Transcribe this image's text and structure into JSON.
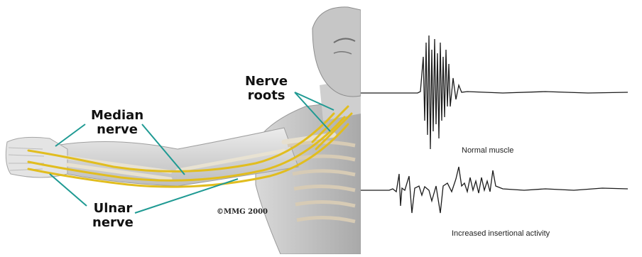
{
  "anatomy": {
    "labels": {
      "nerve_roots": [
        "Nerve",
        "roots"
      ],
      "median_nerve": [
        "Median",
        "nerve"
      ],
      "ulnar_nerve": [
        "Ulnar",
        "nerve"
      ]
    },
    "copyright": "©MMG 2000",
    "colors": {
      "nerve": "#e1bd1f",
      "callout_line": "#1f9a93",
      "skin": "#d2d2d2"
    }
  },
  "emg": {
    "traces": [
      {
        "label": "Normal muscle"
      },
      {
        "label": "Increased insertional activity"
      }
    ],
    "colors": {
      "trace": "#1c1c1c"
    }
  }
}
